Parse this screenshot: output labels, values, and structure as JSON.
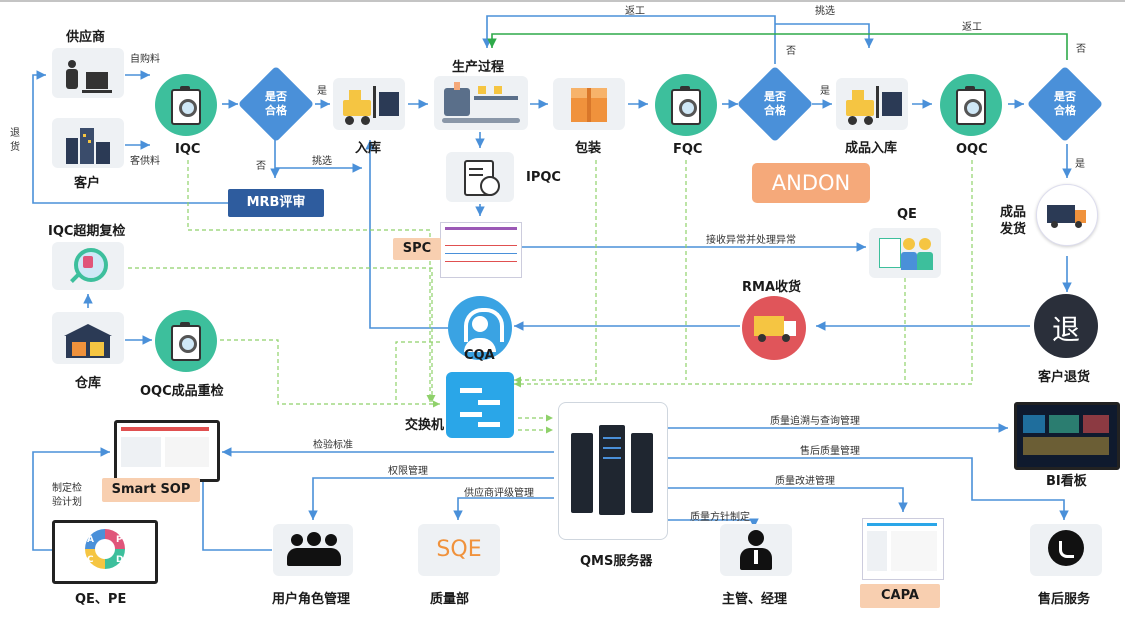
{
  "nodes": {
    "supplier": "供应商",
    "customer": "客户",
    "iqc": "IQC",
    "warehouse_in": "入库",
    "production": "生产过程",
    "ipqc": "IPQC",
    "packaging": "包装",
    "fqc": "FQC",
    "finished_in": "成品入库",
    "oqc": "OQC",
    "mrb": "MRB评审",
    "andon": "ANDON",
    "iqc_recheck": "IQC超期复检",
    "spc": "SPC",
    "qe": "QE",
    "rma": "RMA收货",
    "ship": "成品\n发货",
    "warehouse": "仓库",
    "oqc_recheck": "OQC成品重检",
    "cqa": "CQA",
    "customer_return": "客户退货",
    "return_icon": "退",
    "switch": "交换机",
    "smart_sop": "Smart SOP",
    "qe_pe": "QE、PE",
    "user_role": "用户角色管理",
    "sqe": "SQE",
    "quality_dept": "质量部",
    "qms": "QMS服务器",
    "manager": "主管、经理",
    "capa": "CAPA",
    "bi": "BI看板",
    "after_sales": "售后服务"
  },
  "decisions": {
    "label": "是否\n合格"
  },
  "edges": {
    "return_goods": "退\n货",
    "self_purchase": "自购料",
    "customer_supply": "客供料",
    "yes": "是",
    "no": "否",
    "pick": "挑选",
    "rework": "返工",
    "pick_top": "挑选",
    "handle_exception": "接收异常并处理异常",
    "inspection_std": "检验标准",
    "make_plan": "制定检\n验计划",
    "permission": "权限管理",
    "supplier_eval": "供应商评级管理",
    "policy": "质量方针制定",
    "trace_query": "质量追溯与查询管理",
    "after_sales_mgmt": "售后质量管理",
    "improvement": "质量改进管理"
  },
  "pdca": [
    "A",
    "P",
    "C",
    "D"
  ],
  "colors": {
    "flow_blue": "#4a90d9",
    "rework_green": "#2eaa4a",
    "dashed_green": "#8fd16a",
    "mrb_blue": "#2e5c9e",
    "teal": "#3dbf9c",
    "badge_peach": "#f8cfb0",
    "andon_orange": "#f5a97a"
  }
}
